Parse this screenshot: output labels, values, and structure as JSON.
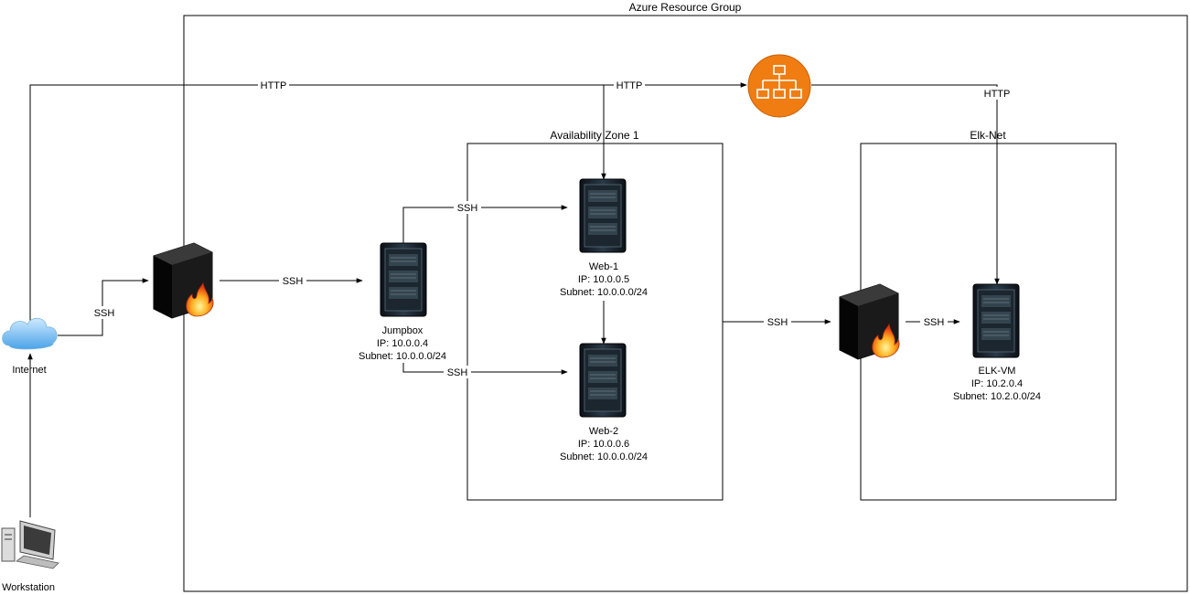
{
  "groups": {
    "resource_group": "Azure Resource Group",
    "availability_zone": "Availability Zone 1",
    "elk_net": "Elk-Net"
  },
  "nodes": {
    "internet": {
      "label": "Internet",
      "icon": "cloud-icon"
    },
    "workstation": {
      "label": "Workstation",
      "icon": "workstation-icon"
    },
    "firewall_main": {
      "icon": "firewall-icon"
    },
    "firewall_elk": {
      "icon": "firewall-icon"
    },
    "load_balancer": {
      "icon": "load-balancer-icon",
      "color": "#F07D12"
    },
    "jumpbox": {
      "name": "Jumpbox",
      "ip": "IP: 10.0.0.4",
      "subnet": "Subnet: 10.0.0.0/24",
      "icon": "server-icon"
    },
    "web1": {
      "name": "Web-1",
      "ip": "IP: 10.0.0.5",
      "subnet": "Subnet: 10.0.0.0/24",
      "icon": "server-icon"
    },
    "web2": {
      "name": "Web-2",
      "ip": "IP: 10.0.0.6",
      "subnet": "Subnet: 10.0.0.0/24",
      "icon": "server-icon"
    },
    "elk": {
      "name": "ELK-VM",
      "ip": "IP: 10.2.0.4",
      "subnet": "Subnet: 10.2.0.0/24",
      "icon": "server-icon"
    }
  },
  "edges": {
    "internet_to_lb": "HTTP",
    "lb_to_web1": "HTTP",
    "lb_to_elk": "HTTP",
    "internet_to_firewall": "SSH",
    "firewall_to_jumpbox": "SSH",
    "jumpbox_to_web1": "SSH",
    "jumpbox_to_web2": "SSH",
    "zone_to_elk_firewall": "SSH",
    "elk_firewall_to_elk": "SSH"
  }
}
